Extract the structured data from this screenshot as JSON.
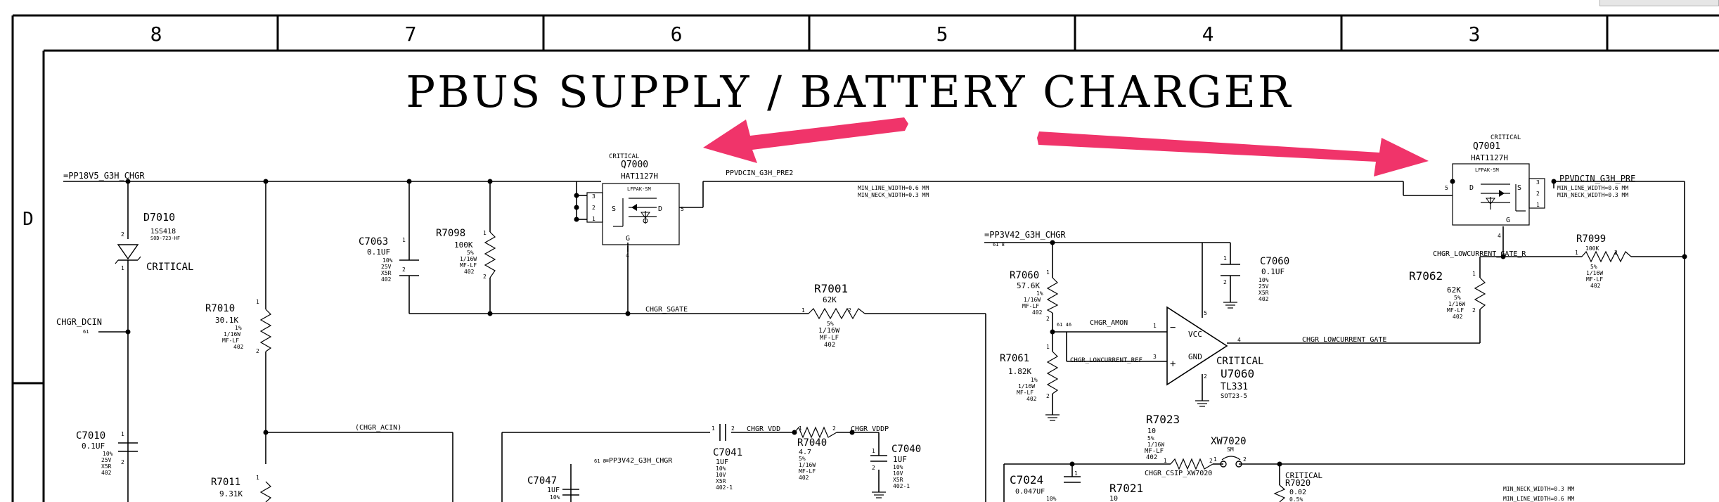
{
  "title": "PBUS SUPPLY / BATTERY CHARGER",
  "zones": [
    "8",
    "7",
    "6",
    "5",
    "4",
    "3"
  ],
  "row_label": "D",
  "nets": {
    "pp18v5": "=PP18V5_G3H_CHGR",
    "pp3v42": "=PP3V42_G3H_CHGR",
    "pp3v42_b": "=PP3V42_G3H_CHGR",
    "ppvdcin_pre2": "PPVDCIN_G3H_PRE2",
    "ppvdcin_pre": "PPVDCIN_G3H_PRE",
    "chgr_dcin": "CHGR_DCIN",
    "chgr_acin": "(CHGR_ACIN)",
    "chgr_sgate": "CHGR_SGATE",
    "chgr_amon": "CHGR_AMON",
    "chgr_lowcurrent_ref": "CHGR_LOWCURRENT_REF",
    "chgr_lowcurrent_gate": "CHGR_LOWCURRENT_GATE",
    "chgr_lowcurrent_gate_r": "CHGR_LOWCURRENT_GATE_R",
    "chgr_vdd": "CHGR_VDD",
    "chgr_vddp": "CHGR_VDDP",
    "chgr_csip": "CHGR_CSIP_XW7020",
    "min_line_a": "MIN_LINE_WIDTH=0.6 MM",
    "min_neck_a": "MIN_NECK_WIDTH=0.3 MM",
    "min_line_b": "MIN_LINE_WIDTH=0.6 MM",
    "min_neck_b": "MIN_NECK_WIDTH=0.3 MM",
    "min_neck_c": "MIN_NECK_WIDTH=0.3 MM",
    "min_line_c": "MIN_LINE_WIDTH=0.6 MM",
    "ref_61": "61",
    "ref_61_8": "61 8",
    "ref_61_46": "61 46",
    "ref_61_8_b": "61 8"
  },
  "components": {
    "d7010": {
      "ref": "D7010",
      "part": "1SS418",
      "pkg": "SOD-723-HF",
      "flag": "CRITICAL"
    },
    "q7000": {
      "flag": "CRITICAL",
      "ref": "Q7000",
      "part": "HAT1127H",
      "pkg": "LFPAK-SM"
    },
    "q7001": {
      "flag": "CRITICAL",
      "ref": "Q7001",
      "part": "HAT1127H",
      "pkg": "LFPAK-SM"
    },
    "c7063": {
      "ref": "C7063",
      "value": "0.1UF",
      "tol": "10%",
      "volt": "25V",
      "diel": "X5R",
      "pkg": "402"
    },
    "r7098": {
      "ref": "R7098",
      "value": "100K",
      "tol": "5%",
      "power": "1/16W",
      "type": "MF-LF",
      "pkg": "402"
    },
    "r7010": {
      "ref": "R7010",
      "value": "30.1K",
      "tol": "1%",
      "power": "1/16W",
      "type": "MF-LF",
      "pkg": "402"
    },
    "r7001": {
      "ref": "R7001",
      "value": "62K",
      "tol": "5%",
      "power": "1/16W",
      "type": "MF-LF",
      "pkg": "402"
    },
    "c7010": {
      "ref": "C7010",
      "value": "0.1UF",
      "tol": "10%",
      "volt": "25V",
      "diel": "X5R",
      "pkg": "402"
    },
    "r7011": {
      "ref": "R7011",
      "value": "9.31K"
    },
    "r7060": {
      "ref": "R7060",
      "value": "57.6K",
      "tol": "1%",
      "power": "1/16W",
      "type": "MF-LF",
      "pkg": "402"
    },
    "r7061": {
      "ref": "R7061",
      "value": "1.82K",
      "tol": "1%",
      "power": "1/16W",
      "type": "MF-LF",
      "pkg": "402"
    },
    "c7060": {
      "ref": "C7060",
      "value": "0.1UF",
      "tol": "10%",
      "volt": "25V",
      "diel": "X5R",
      "pkg": "402"
    },
    "u7060": {
      "flag": "CRITICAL",
      "ref": "U7060",
      "part": "TL331",
      "pkg": "SOT23-5",
      "vcc": "VCC",
      "gnd": "GND"
    },
    "r7062": {
      "ref": "R7062",
      "value": "62K",
      "tol": "5%",
      "power": "1/16W",
      "type": "MF-LF",
      "pkg": "402"
    },
    "r7099": {
      "ref": "R7099",
      "value": "100K",
      "tol": "5%",
      "power": "1/16W",
      "type": "MF-LF",
      "pkg": "402"
    },
    "c7041": {
      "ref": "C7041",
      "value": "1UF",
      "tol": "10%",
      "volt": "10V",
      "diel": "X5R",
      "pkg": "402-1"
    },
    "r7040": {
      "ref": "R7040",
      "value": "4.7",
      "tol": "5%",
      "power": "1/16W",
      "type": "MF-LF",
      "pkg": "402"
    },
    "c7040": {
      "ref": "C7040",
      "value": "1UF",
      "tol": "10%",
      "volt": "10V",
      "diel": "X5R",
      "pkg": "402-1"
    },
    "c7047": {
      "ref": "C7047",
      "value": "1UF",
      "tol": "10%"
    },
    "r7023": {
      "ref": "R7023",
      "value": "10",
      "tol": "5%",
      "power": "1/16W",
      "type": "MF-LF",
      "pkg": "402"
    },
    "xw7020": {
      "ref": "XW7020",
      "pkg": "SM"
    },
    "c7024": {
      "ref": "C7024",
      "value": "0.047UF",
      "tol": "10%"
    },
    "r7021": {
      "ref": "R7021",
      "value": "10"
    },
    "r7020": {
      "flag": "CRITICAL",
      "ref": "R7020",
      "value": "0.02",
      "tol": "0.5%"
    }
  },
  "pins": {
    "p1": "1",
    "p2": "2",
    "p3": "3",
    "p4": "4",
    "p5": "5",
    "s": "S",
    "d": "D",
    "g": "G",
    "minus": "−",
    "plus": "+"
  },
  "colors": {
    "annotation_arrow": "#f0346a",
    "ink": "#000000",
    "background": "#ffffff"
  }
}
